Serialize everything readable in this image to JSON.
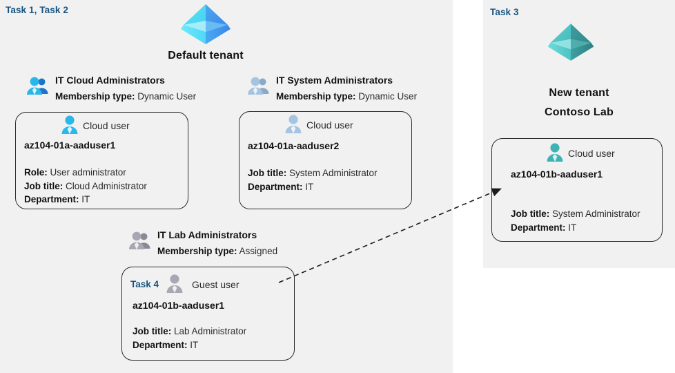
{
  "panels": {
    "left": {
      "task_label": "Task 1, Task 2"
    },
    "right": {
      "task_label": "Task 3"
    }
  },
  "tenants": {
    "default": {
      "label": "Default tenant",
      "icon": "azure-ad-tenant-icon",
      "color": "#3fa9f5"
    },
    "new": {
      "label_line1": "New  tenant",
      "label_line2": "Contoso Lab",
      "icon": "azure-ad-tenant-icon",
      "color": "#4cb8b8"
    }
  },
  "groups": [
    {
      "name": "IT Cloud Administrators",
      "membership_label": "Membership type:",
      "membership_value": "Dynamic User",
      "icon": "group-users-icon",
      "icon_color": "#29b6e8"
    },
    {
      "name": "IT System Administrators",
      "membership_label": "Membership type:",
      "membership_value": "Dynamic User",
      "icon": "group-users-icon",
      "icon_color": "#a6c4e0"
    },
    {
      "name": "IT Lab Administrators",
      "membership_label": "Membership type:",
      "membership_value": "Assigned",
      "icon": "group-users-icon",
      "icon_color": "#a8a8b4"
    }
  ],
  "users": [
    {
      "type_label": "Cloud user",
      "icon": "cloud-user-icon",
      "icon_color": "#2ab8e8",
      "task_tag": "",
      "name": "az104-01a-aaduser1",
      "attrs": [
        {
          "label": "Role:",
          "value": "User administrator"
        },
        {
          "label": "Job title:",
          "value": "Cloud Administrator"
        },
        {
          "label": "Department:",
          "value": "IT"
        }
      ]
    },
    {
      "type_label": "Cloud user",
      "icon": "cloud-user-icon",
      "icon_color": "#a6c4e0",
      "task_tag": "",
      "name": "az104-01a-aaduser2",
      "attrs": [
        {
          "label": "Job title:",
          "value": "System Administrator"
        },
        {
          "label": "Department:",
          "value": "IT"
        }
      ]
    },
    {
      "type_label": "Guest user",
      "icon": "guest-user-icon",
      "icon_color": "#a8a8b4",
      "task_tag": "Task 4",
      "name": "az104-01b-aaduser1",
      "attrs": [
        {
          "label": "Job title:",
          "value": "Lab Administrator"
        },
        {
          "label": "Department:",
          "value": "IT"
        }
      ]
    },
    {
      "type_label": "Cloud user",
      "icon": "cloud-user-icon",
      "icon_color": "#3fb3b3",
      "task_tag": "",
      "name": "az104-01b-aaduser1",
      "attrs": [
        {
          "label": "Job title:",
          "value": "System Administrator"
        },
        {
          "label": "Department:",
          "value": "IT"
        }
      ]
    }
  ],
  "connector": {
    "name": "guest-invite-arrow",
    "style": "dashed",
    "from": "Task 4 guest user card",
    "to": "Contoso Lab cloud user card"
  }
}
